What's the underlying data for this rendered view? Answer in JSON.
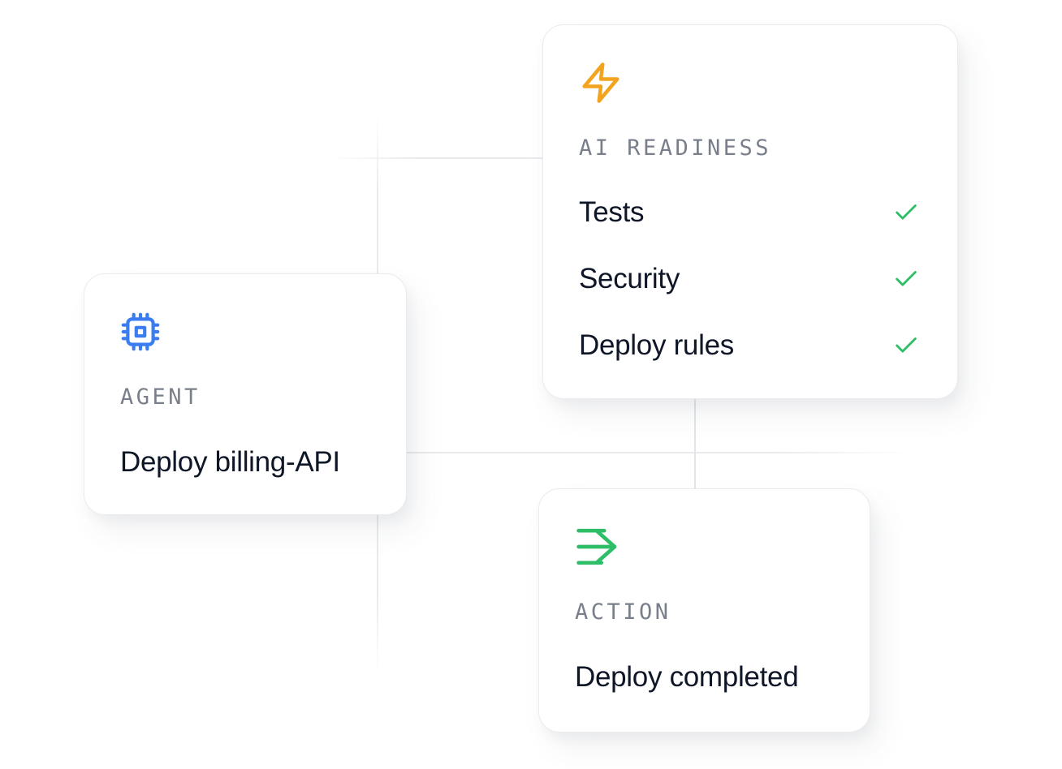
{
  "page": {
    "background": "#ffffff",
    "description_colors": {
      "card_border": "#e9ebee",
      "grid_line": "#e9eaed",
      "connector_line": "#e2e5e9",
      "label_gray": "#787f8b",
      "title_dark": "#0e1627",
      "blue": "#3b7df0",
      "orange": "#f2a41f",
      "green": "#2dbe67"
    }
  },
  "cards": {
    "agent": {
      "icon": "cpu-chip-icon",
      "icon_color": "#3b7df0",
      "label": "AGENT",
      "title": "Deploy billing-API"
    },
    "readiness": {
      "icon": "lightning-bolt-icon",
      "icon_color": "#f2a41f",
      "label": "AI READINESS",
      "items": [
        {
          "name": "Tests",
          "status": "checked"
        },
        {
          "name": "Security",
          "status": "checked"
        },
        {
          "name": "Deploy rules",
          "status": "checked"
        }
      ],
      "check_color": "#2dbe67"
    },
    "action": {
      "icon": "arrow-right-icon",
      "icon_color": "#2dbe67",
      "label": "ACTION",
      "title": "Deploy completed"
    }
  }
}
